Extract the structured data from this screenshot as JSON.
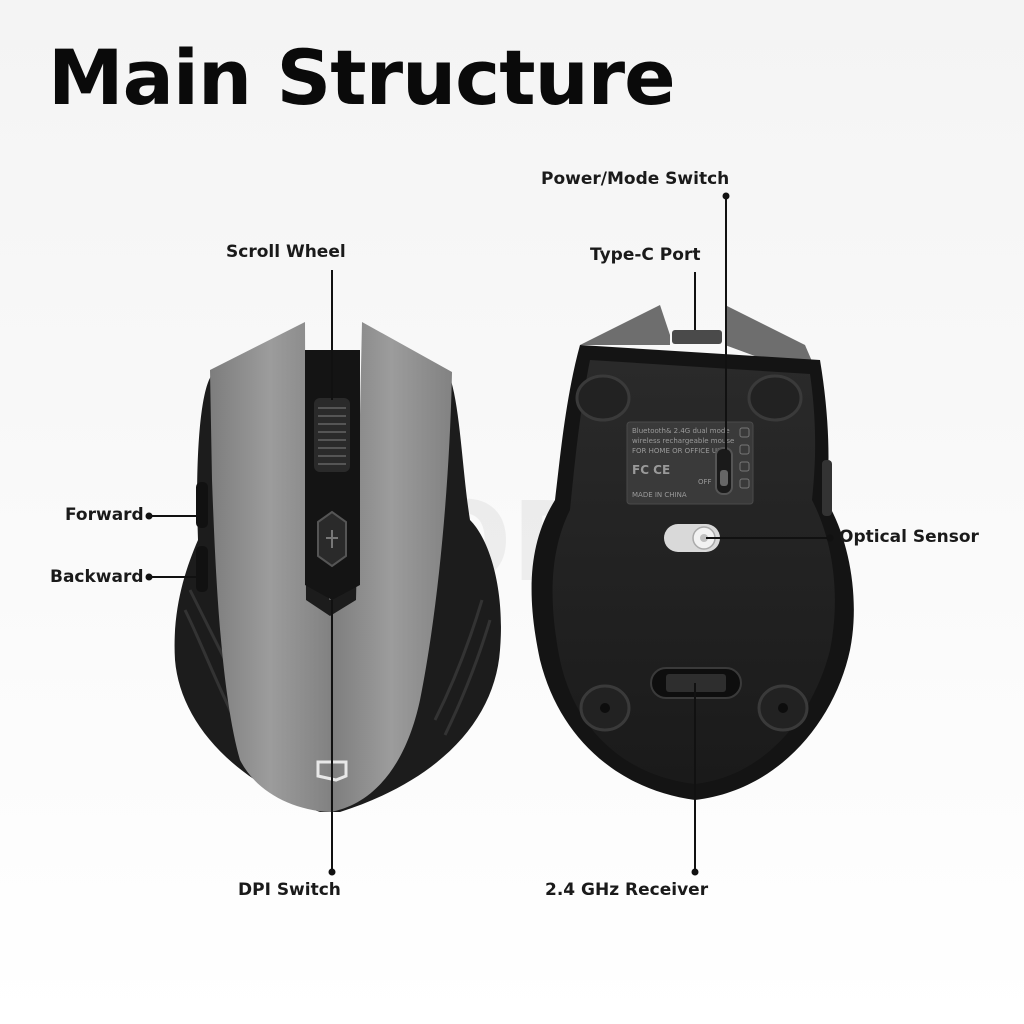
{
  "title": "Main Structure",
  "labels": {
    "scroll_wheel": "Scroll Wheel",
    "forward": "Forward",
    "backward": "Backward",
    "dpi_switch": "DPI Switch",
    "power_mode_switch": "Power/Mode Switch",
    "type_c_port": "Type-C Port",
    "optical_sensor": "Optical Sensor",
    "receiver": "2.4 GHz Receiver"
  },
  "bottom_sticker": {
    "line1": "Bluetooth& 2.4G dual mode",
    "line2": "wireless rechargeable mouse",
    "line3": "FOR HOME OR OFFICE USE",
    "marks": "FC CE",
    "off": "OFF",
    "made_in": "MADE IN CHINA"
  },
  "watermark": "GOODOO",
  "colors": {
    "shell_gray": "#8a8a8a",
    "body_black": "#1e1e1e",
    "accent_dark": "#2b2b2b"
  }
}
